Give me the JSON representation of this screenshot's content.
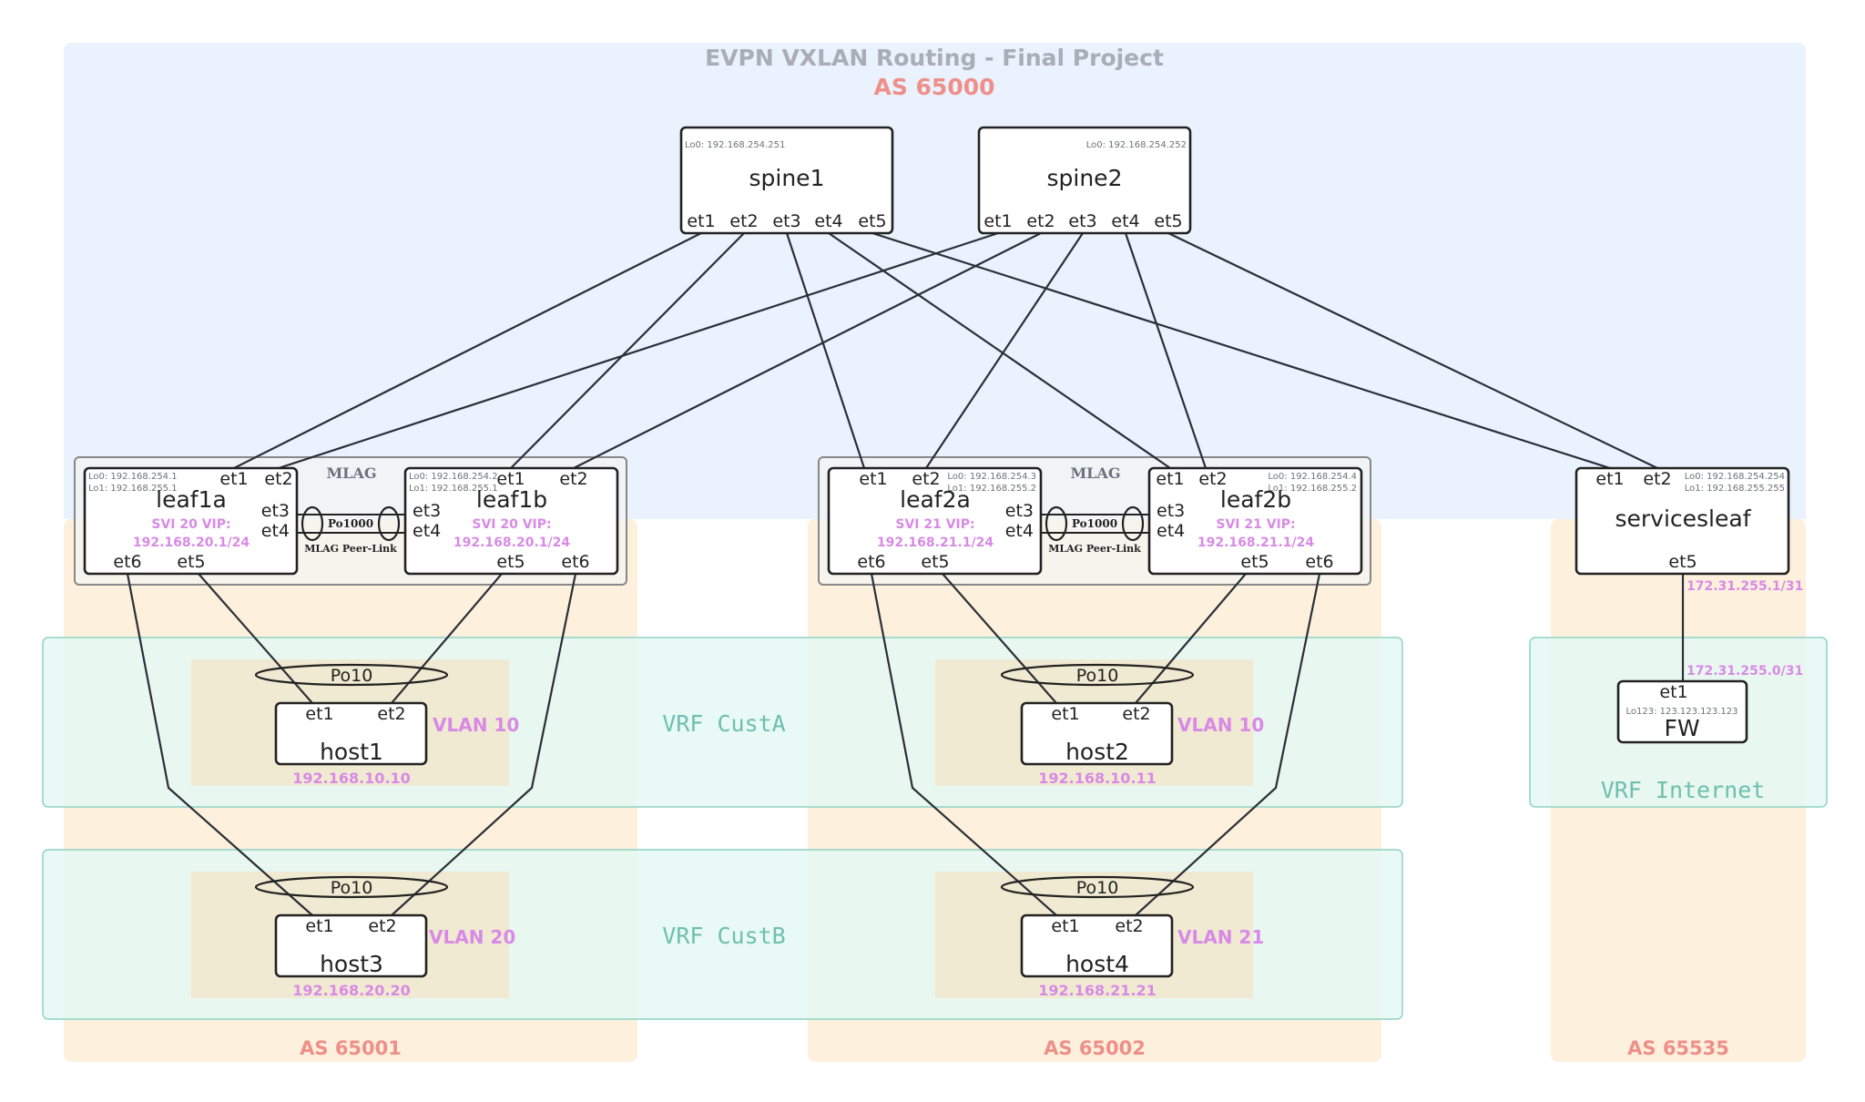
{
  "title": "EVPN VXLAN Routing - Final Project",
  "as_top": "AS 65000",
  "as_bottom": {
    "left": "AS 65001",
    "middle": "AS 65002",
    "right": "AS 65535"
  },
  "mlag_label": "MLAG",
  "peer_link_label": "MLAG Peer-Link",
  "port_channel_peer": "Po1000",
  "port_channel_host": "Po10",
  "vrf": {
    "custa": "VRF CustA",
    "custb": "VRF CustB",
    "internet": "VRF Internet"
  },
  "spines": [
    {
      "name": "spine1",
      "lo0": "Lo0: 192.168.254.251",
      "ports": [
        "et1",
        "et2",
        "et3",
        "et4",
        "et5"
      ]
    },
    {
      "name": "spine2",
      "lo0": "Lo0: 192.168.254.252",
      "ports": [
        "et1",
        "et2",
        "et3",
        "et4",
        "et5"
      ]
    }
  ],
  "leaf1a": {
    "name": "leaf1a",
    "lo0": "Lo0: 192.168.254.1",
    "lo1": "Lo1: 192.168.255.1",
    "svi_label": "SVI 20 VIP:",
    "svi_ip": "192.168.20.1/24",
    "ports": {
      "et1": "et1",
      "et2": "et2",
      "et3": "et3",
      "et4": "et4",
      "et5": "et5",
      "et6": "et6"
    }
  },
  "leaf1b": {
    "name": "leaf1b",
    "lo0": "Lo0: 192.168.254.2",
    "lo1": "Lo1: 192.168.255.1",
    "svi_label": "SVI 20 VIP:",
    "svi_ip": "192.168.20.1/24",
    "ports": {
      "et1": "et1",
      "et2": "et2",
      "et3": "et3",
      "et4": "et4",
      "et5": "et5",
      "et6": "et6"
    }
  },
  "leaf2a": {
    "name": "leaf2a",
    "lo0": "Lo0: 192.168.254.3",
    "lo1": "Lo1: 192.168.255.2",
    "svi_label": "SVI 21 VIP:",
    "svi_ip": "192.168.21.1/24",
    "ports": {
      "et1": "et1",
      "et2": "et2",
      "et3": "et3",
      "et4": "et4",
      "et5": "et5",
      "et6": "et6"
    }
  },
  "leaf2b": {
    "name": "leaf2b",
    "lo0": "Lo0: 192.168.254.4",
    "lo1": "Lo1: 192.168.255.2",
    "svi_label": "SVI 21 VIP:",
    "svi_ip": "192.168.21.1/24",
    "ports": {
      "et1": "et1",
      "et2": "et2",
      "et3": "et3",
      "et4": "et4",
      "et5": "et5",
      "et6": "et6"
    }
  },
  "servicesleaf": {
    "name": "servicesleaf",
    "lo0": "Lo0: 192.168.254.254",
    "lo1": "Lo1: 192.168.255.255",
    "ports": {
      "et1": "et1",
      "et2": "et2",
      "et5": "et5"
    },
    "uplink_ip": "172.31.255.1/31"
  },
  "fw": {
    "name": "FW",
    "lo123": "Lo123: 123.123.123.123",
    "port": "et1",
    "ip": "172.31.255.0/31"
  },
  "hosts": [
    {
      "name": "host1",
      "ports": [
        "et1",
        "et2"
      ],
      "vlan": "VLAN 10",
      "ip": "192.168.10.10"
    },
    {
      "name": "host2",
      "ports": [
        "et1",
        "et2"
      ],
      "vlan": "VLAN 10",
      "ip": "192.168.10.11"
    },
    {
      "name": "host3",
      "ports": [
        "et1",
        "et2"
      ],
      "vlan": "VLAN 20",
      "ip": "192.168.20.20"
    },
    {
      "name": "host4",
      "ports": [
        "et1",
        "et2"
      ],
      "vlan": "VLAN 21",
      "ip": "192.168.21.21"
    }
  ],
  "colors": {
    "as65000_bg": "#eaf2fd",
    "as_leaf_bg": "#fdf0dd",
    "vrf_bg": "#e5f8f5",
    "vrf_border": "#8fd2c4",
    "host_group_bg": "#f1ead2",
    "accent_purple": "#d88ae6",
    "as_label": "#ef8f8a"
  }
}
